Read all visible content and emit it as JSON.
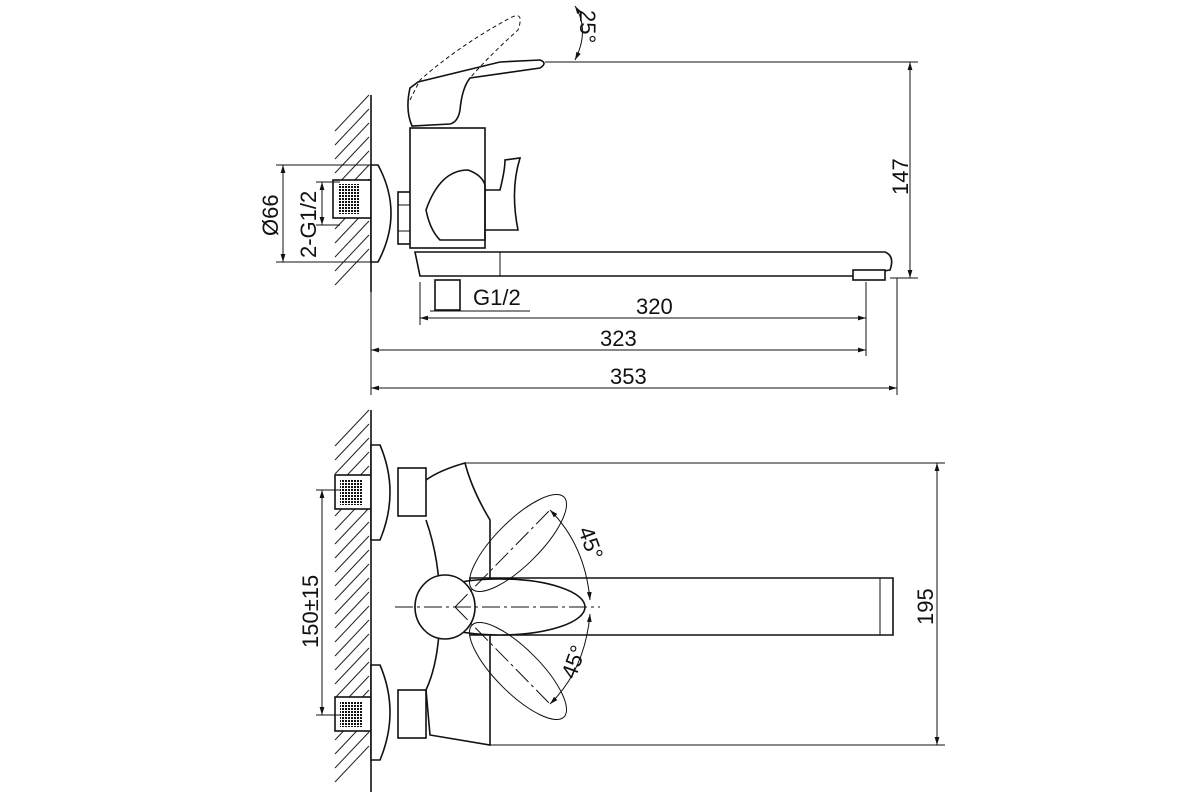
{
  "drawing": {
    "side_view": {
      "handle_angle": "25°",
      "height": "147",
      "flange_diameter": "Ø66",
      "inlet_thread": "2-G1/2",
      "outlet_thread": "G1/2",
      "spout_length": "320",
      "spout_reach": "323",
      "overall_length": "353"
    },
    "top_view": {
      "angle_upper": "45°",
      "angle_lower": "45°",
      "inlet_spacing": "150±15",
      "width": "195"
    }
  }
}
